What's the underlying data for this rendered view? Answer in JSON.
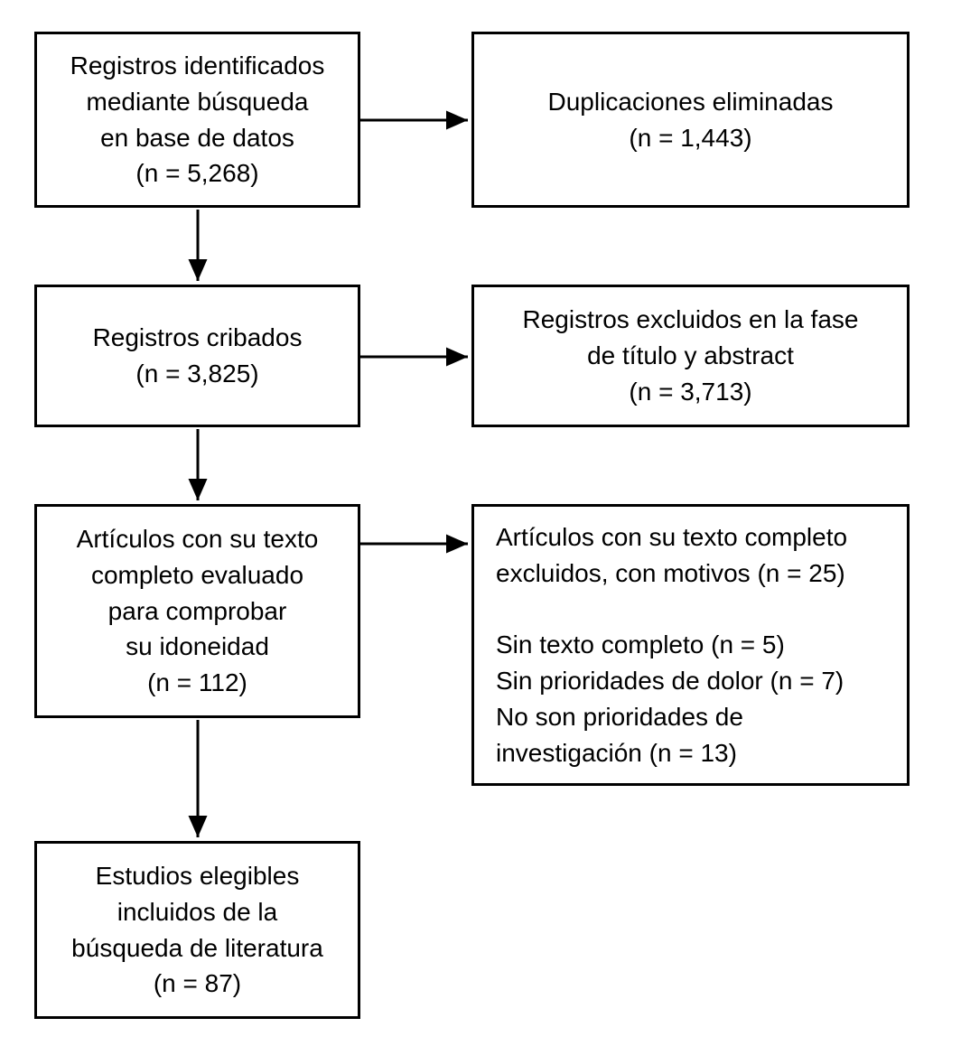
{
  "diagram": {
    "type": "flowchart",
    "language": "es",
    "background_color": "#ffffff",
    "line_color": "#000000",
    "boxes": [
      {
        "id": "identified",
        "text": "Registros identificados\nmediante búsqueda\nen base de datos\n(n = 5,268)",
        "n": 5268
      },
      {
        "id": "duplicates-removed",
        "text": "Duplicaciones eliminadas\n(n = 1,443)",
        "n": 1443
      },
      {
        "id": "screened",
        "text": "Registros cribados\n(n = 3,825)",
        "n": 3825
      },
      {
        "id": "excluded-title-abstract",
        "text": "Registros excluidos en la fase\nde título y abstract\n(n = 3,713)",
        "n": 3713
      },
      {
        "id": "fulltext-assessed",
        "text": "Artículos con su texto\ncompleto evaluado\npara comprobar\nsu idoneidad\n(n = 112)",
        "n": 112
      },
      {
        "id": "fulltext-excluded",
        "text": "Artículos con su texto completo\nexcluidos, con motivos (n = 25)\n\nSin texto completo (n = 5)\nSin prioridades de dolor (n = 7)\nNo son prioridades de\ninvestigación (n = 13)",
        "n": 25,
        "reasons": [
          {
            "label": "Sin texto completo",
            "n": 5
          },
          {
            "label": "Sin prioridades de dolor",
            "n": 7
          },
          {
            "label": "No son prioridades de investigación",
            "n": 13
          }
        ]
      },
      {
        "id": "included",
        "text": "Estudios elegibles\nincluidos de la\nbúsqueda de literatura\n(n = 87)",
        "n": 87
      }
    ],
    "arrows": [
      {
        "from": "identified",
        "to": "duplicates-removed"
      },
      {
        "from": "identified",
        "to": "screened"
      },
      {
        "from": "screened",
        "to": "excluded-title-abstract"
      },
      {
        "from": "screened",
        "to": "fulltext-assessed"
      },
      {
        "from": "fulltext-assessed",
        "to": "fulltext-excluded"
      },
      {
        "from": "fulltext-assessed",
        "to": "included"
      }
    ]
  }
}
